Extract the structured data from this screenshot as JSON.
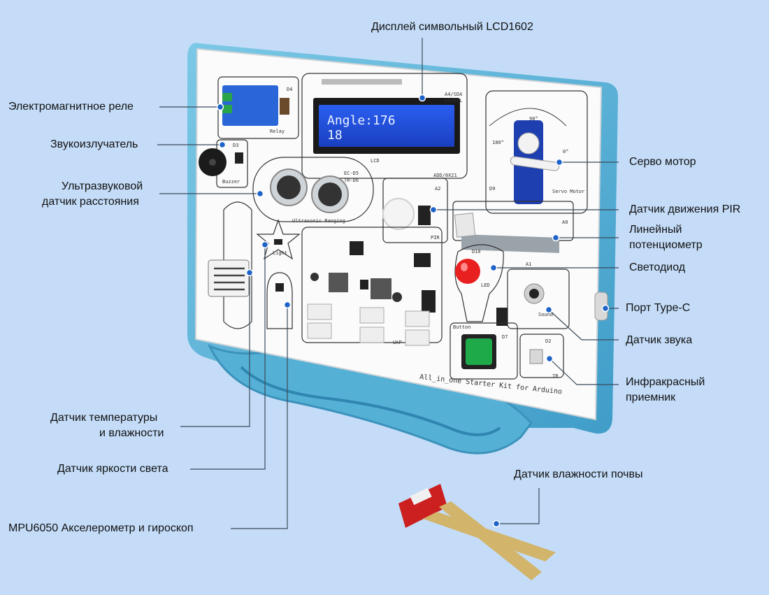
{
  "board": {
    "lcd_line1": "Angle:176",
    "lcd_line2": "18",
    "footer_text": "All_in_one Starter Kit for Arduino",
    "silk": {
      "relay": "Relay",
      "d4": "D4",
      "buzzer": "Buzzer",
      "d3": "D3",
      "ultrasonic": "Ultrasonic Ranging",
      "ec": "EC-D5",
      "tr": "TR-D6",
      "lcd": "LCD",
      "a4": "A4/SDA",
      "a5": "A5/SCL",
      "addr": "ADD/0X21",
      "pir": "PIR",
      "a2": "A2",
      "d9": "D9",
      "servo": "Servo Motor",
      "deg90": "90°",
      "deg180": "180°",
      "deg0": "0°",
      "a0": "A0",
      "d10": "D10",
      "led": "LED",
      "a1": "A1",
      "sound": "Sound",
      "button": "Button",
      "d7": "D7",
      "d2": "D2",
      "ir": "IR",
      "light": "Light",
      "uap": "UAP"
    }
  },
  "labels": {
    "lcd": "Дисплей символьный LCD1602",
    "relay": "Электромагнитное реле",
    "buzzer": "Звукоизлучатель",
    "ultrasonic_1": "Ультразвуковой",
    "ultrasonic_2": "датчик расстояния",
    "servo": "Серво мотор",
    "pir": "Датчик движения PIR",
    "pot_1": "Линейный",
    "pot_2": "потенциометр",
    "led": "Светодиод",
    "typec": "Порт Type-C",
    "sound": "Датчик звука",
    "ir_1": "Инфракрасный",
    "ir_2": "приемник",
    "temp_1": "Датчик температуры",
    "temp_2": "и влажности",
    "light": "Датчик яркости света",
    "mpu": "MPU6050 Акселерометр и гироскоп",
    "soil": "Датчик влажности почвы"
  },
  "colors": {
    "background": "#c4dcf8",
    "case": "#5fb5d8",
    "lcd": "#1f4ed8",
    "leader": "#3a4a5c",
    "dot": "#1e63c8",
    "button": "#1faa4a",
    "led": "#e62020",
    "soil_pcb": "#cc2020",
    "soil_probe": "#d2b46a"
  }
}
